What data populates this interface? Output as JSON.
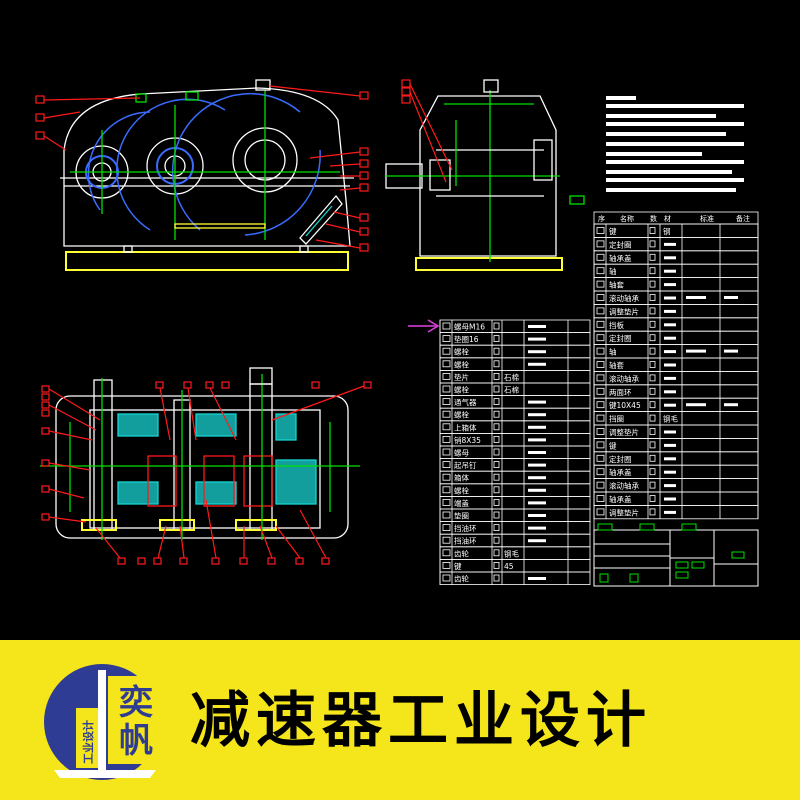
{
  "banner": {
    "title": "减速器工业设计",
    "background": "#f5e61b"
  },
  "logo": {
    "brand_chars": "奕帆",
    "sub_label": "工业设计",
    "circle_color": "#2f3c93"
  },
  "drawing": {
    "background": "#000000",
    "line_colors": {
      "outline": "#ffffff",
      "gear": "#3a6cff",
      "center": "#00e000",
      "leader": "#ff1a1a",
      "base": "#ffff33",
      "cyan": "#19d3d3",
      "magenta": "#e040e0"
    }
  },
  "parts_table_left": {
    "rows": [
      {
        "name": "螺母M16"
      },
      {
        "name": "垫圈16"
      },
      {
        "name": "螺栓"
      },
      {
        "name": "螺栓"
      },
      {
        "name": "垫片",
        "note": "石棉"
      },
      {
        "name": "螺栓",
        "note": "石棉"
      },
      {
        "name": "通气器"
      },
      {
        "name": "螺栓"
      },
      {
        "name": "上箱体"
      },
      {
        "name": "销8X35"
      },
      {
        "name": "螺母"
      },
      {
        "name": "起吊钉"
      },
      {
        "name": "箱体"
      },
      {
        "name": "螺栓"
      },
      {
        "name": "端盖"
      },
      {
        "name": "垫圈"
      },
      {
        "name": "挡油环"
      },
      {
        "name": "挡油环"
      },
      {
        "name": "齿轮",
        "note": "钢毛"
      },
      {
        "name": "键",
        "note": "45"
      },
      {
        "name": "齿轮"
      }
    ]
  },
  "parts_table_right": {
    "headers": [
      "序",
      "名称",
      "数",
      "材",
      "标准",
      "备注"
    ],
    "rows": [
      {
        "name": "键",
        "material": "钢"
      },
      {
        "name": "定封圈"
      },
      {
        "name": "轴承盖"
      },
      {
        "name": "轴"
      },
      {
        "name": "轴套"
      },
      {
        "name": "滚动轴承"
      },
      {
        "name": "调整垫片"
      },
      {
        "name": "挡板"
      },
      {
        "name": "定封圈"
      },
      {
        "name": "轴"
      },
      {
        "name": "轴套"
      },
      {
        "name": "滚动轴承"
      },
      {
        "name": "两面环"
      },
      {
        "name": "键10X45"
      },
      {
        "name": "挡圈",
        "material": "钢毛"
      },
      {
        "name": "调整垫片"
      },
      {
        "name": "键"
      },
      {
        "name": "定封圈"
      },
      {
        "name": "轴承盖"
      },
      {
        "name": "滚动轴承"
      },
      {
        "name": "轴承盖"
      },
      {
        "name": "调整垫片"
      }
    ]
  }
}
